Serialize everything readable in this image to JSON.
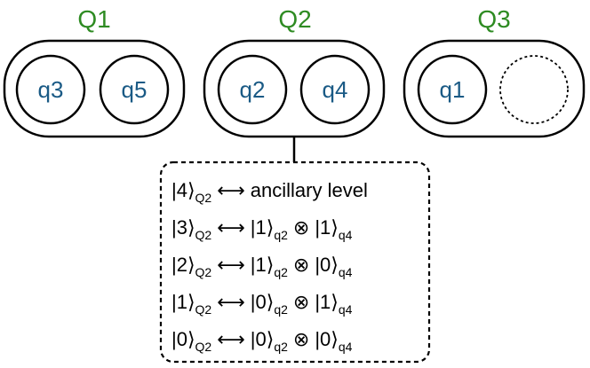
{
  "colors": {
    "qudit_label": "#2e8b22",
    "qubit_label": "#1a5a85",
    "outline": "#000000",
    "background": "#ffffff"
  },
  "qudits": [
    {
      "label": "Q1",
      "qubits": [
        "q3",
        "q5"
      ]
    },
    {
      "label": "Q2",
      "qubits": [
        "q2",
        "q4"
      ]
    },
    {
      "label": "Q3",
      "qubits": [
        "q1",
        ""
      ]
    }
  ],
  "mapping": {
    "rows": [
      {
        "ket": "|4⟩",
        "ket_sub": "Q2",
        "arrow": "⟷",
        "rhs_text": "ancillary level"
      },
      {
        "ket": "|3⟩",
        "ket_sub": "Q2",
        "arrow": "⟷",
        "a": "|1⟩",
        "a_sub": "q2",
        "tensor": "⊗",
        "b": "|1⟩",
        "b_sub": "q4"
      },
      {
        "ket": "|2⟩",
        "ket_sub": "Q2",
        "arrow": "⟷",
        "a": "|1⟩",
        "a_sub": "q2",
        "tensor": "⊗",
        "b": "|0⟩",
        "b_sub": "q4"
      },
      {
        "ket": "|1⟩",
        "ket_sub": "Q2",
        "arrow": "⟷",
        "a": "|0⟩",
        "a_sub": "q2",
        "tensor": "⊗",
        "b": "|1⟩",
        "b_sub": "q4"
      },
      {
        "ket": "|0⟩",
        "ket_sub": "Q2",
        "arrow": "⟷",
        "a": "|0⟩",
        "a_sub": "q2",
        "tensor": "⊗",
        "b": "|0⟩",
        "b_sub": "q4"
      }
    ]
  }
}
